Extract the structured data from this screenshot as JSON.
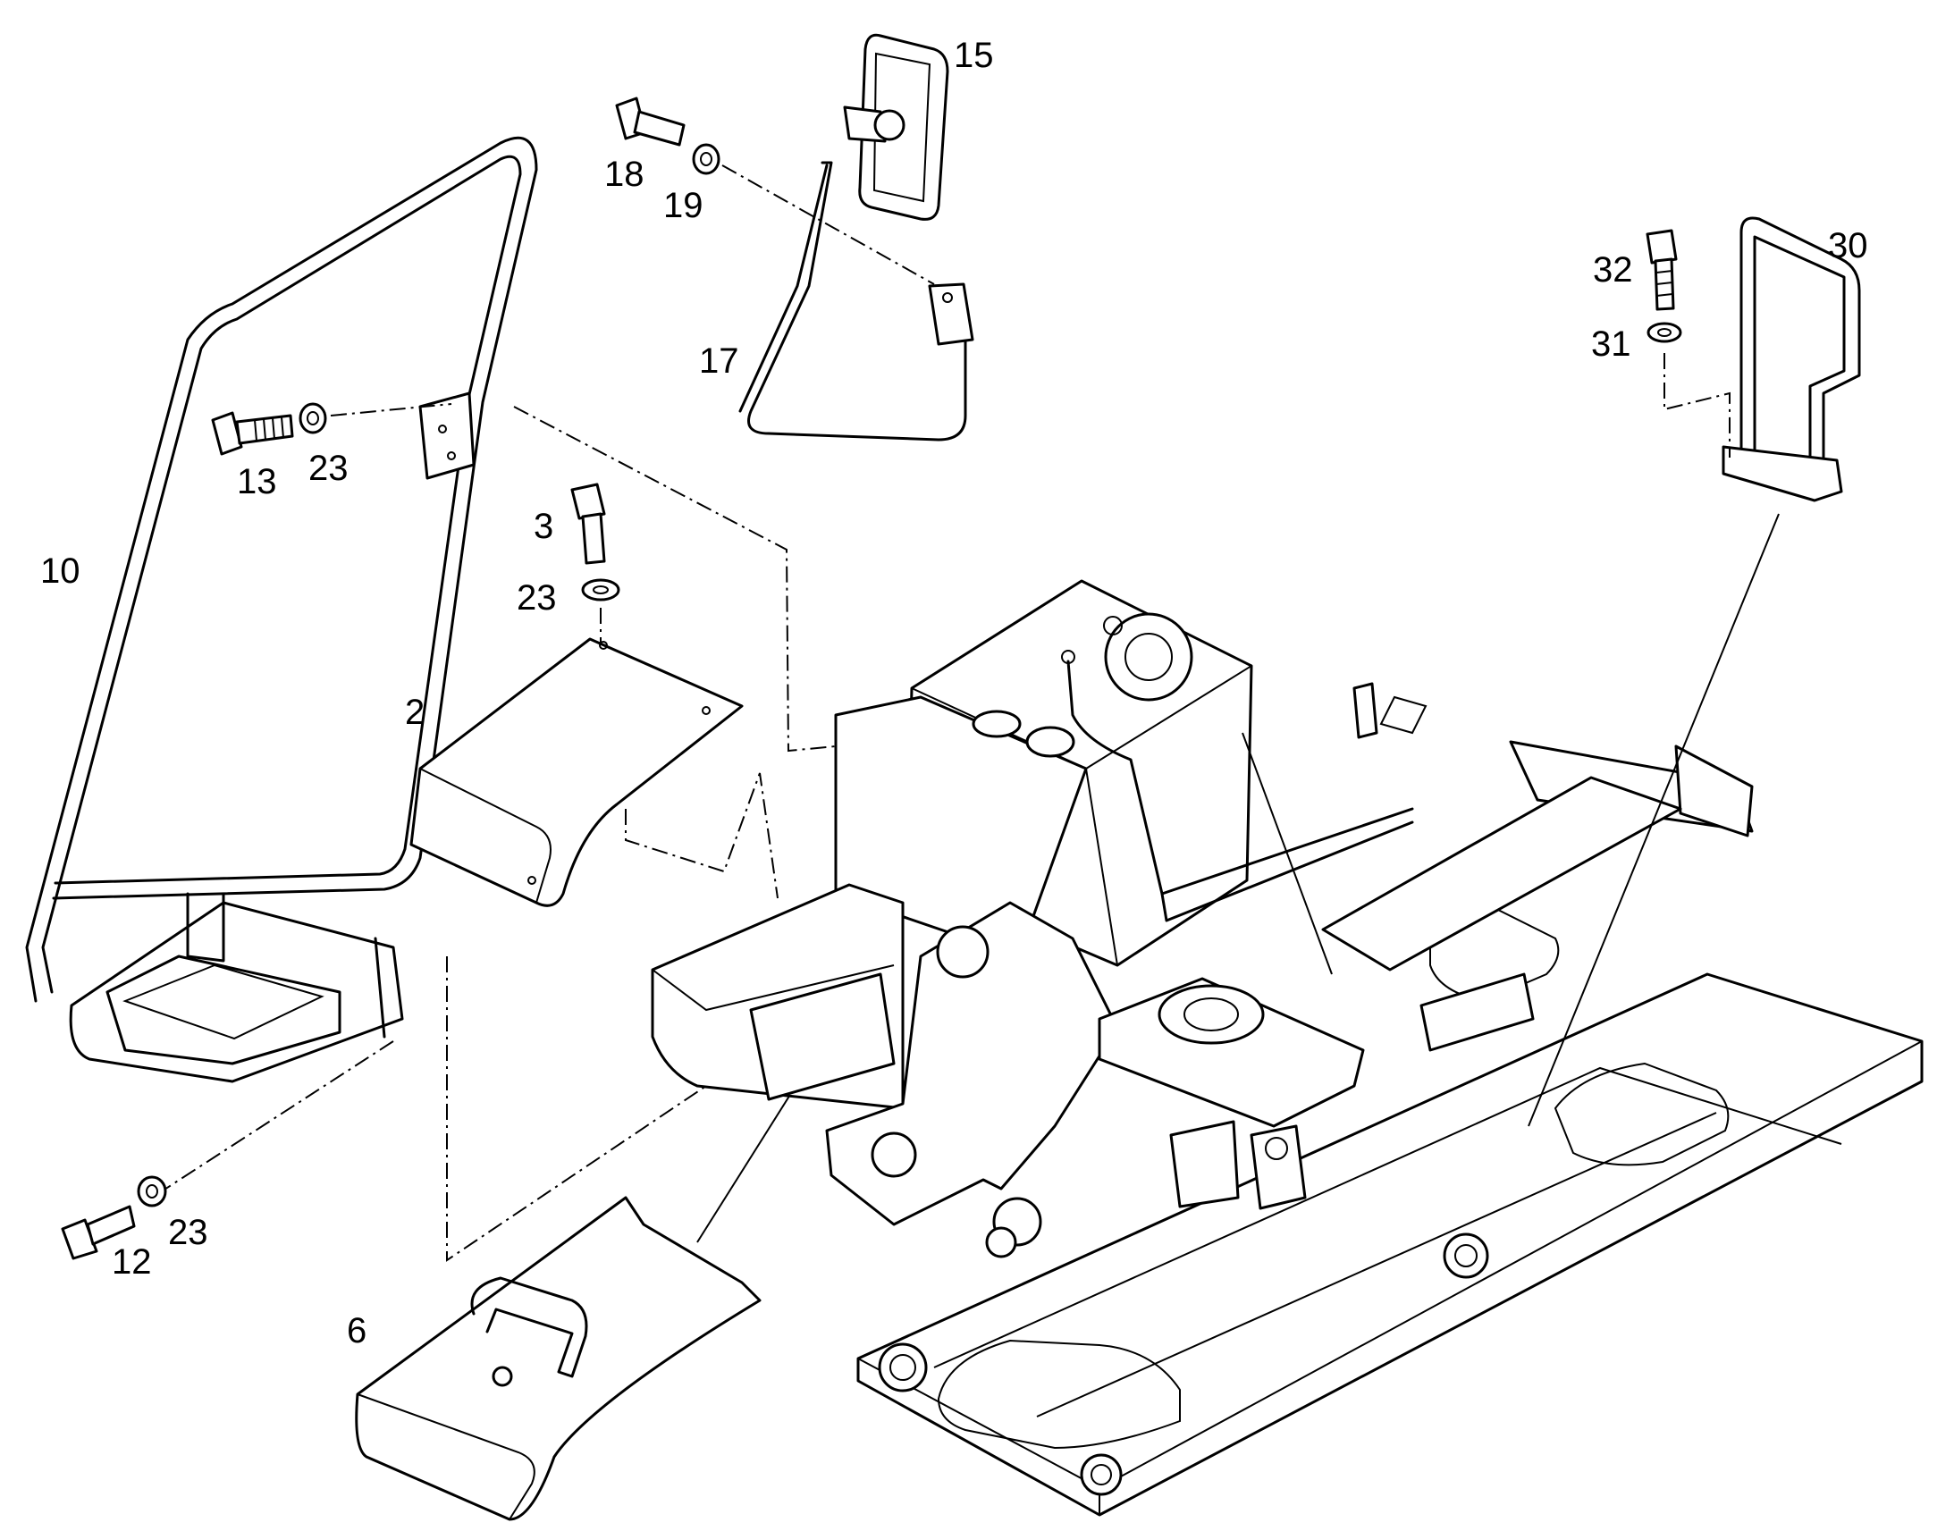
{
  "callouts": [
    {
      "id": "c15",
      "text": "15"
    },
    {
      "id": "c18",
      "text": "18"
    },
    {
      "id": "c19",
      "text": "19"
    },
    {
      "id": "c17",
      "text": "17"
    },
    {
      "id": "c32",
      "text": "32"
    },
    {
      "id": "c30",
      "text": "30"
    },
    {
      "id": "c31",
      "text": "31"
    },
    {
      "id": "c13",
      "text": "13"
    },
    {
      "id": "c23a",
      "text": "23"
    },
    {
      "id": "c10",
      "text": "10"
    },
    {
      "id": "c3",
      "text": "3"
    },
    {
      "id": "c23b",
      "text": "23"
    },
    {
      "id": "c2",
      "text": "2"
    },
    {
      "id": "c23c",
      "text": "23"
    },
    {
      "id": "c12",
      "text": "12"
    },
    {
      "id": "c6",
      "text": "6"
    }
  ]
}
